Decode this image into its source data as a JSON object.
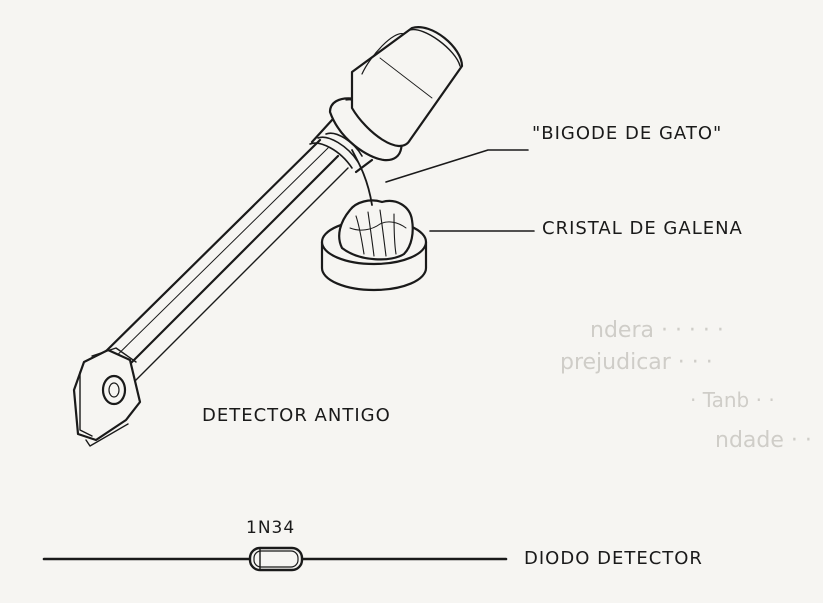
{
  "labels": {
    "cat_whisker": "\"BIGODE DE GATO\"",
    "galena_crystal": "CRISTAL DE GALENA",
    "old_detector": "DETECTOR ANTIGO",
    "diode_part": "1N34",
    "diode_detector": "DIODO DETECTOR"
  },
  "colors": {
    "ink": "#1a1a1a",
    "paper": "#f6f5f2"
  }
}
